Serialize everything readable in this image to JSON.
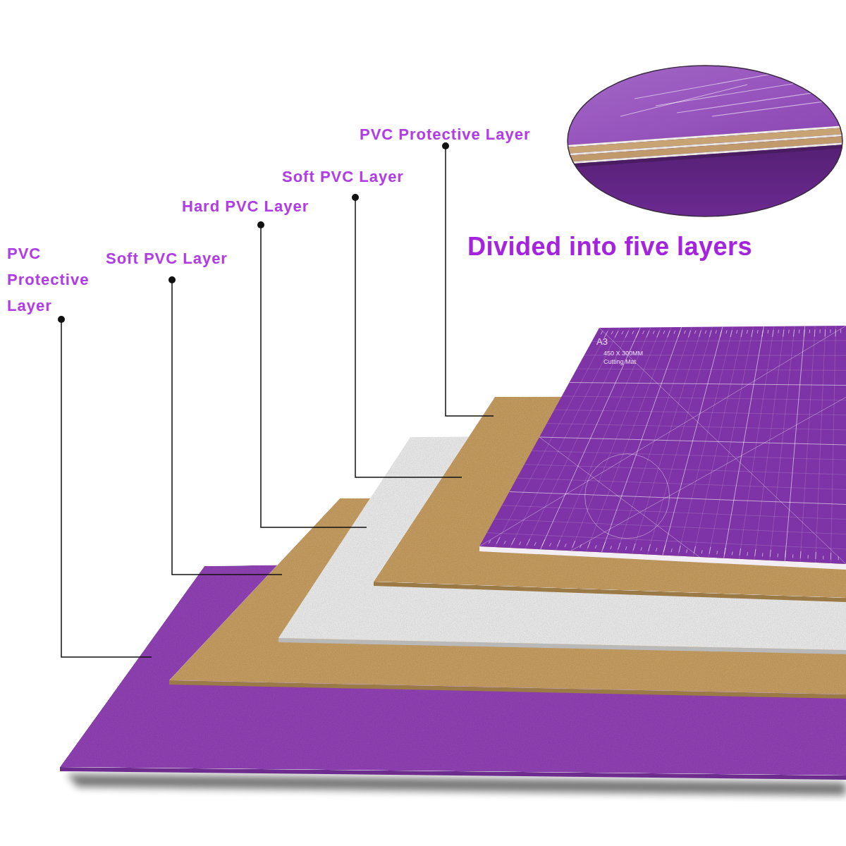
{
  "diagram": {
    "title": "Divided into five layers",
    "labels": [
      "PVC Protective Layer",
      "Soft PVC Layer",
      "Hard PVC Layer",
      "Soft PVC Layer",
      "PVC Protective Layer",
      "A3",
      "450 X 300MM",
      "Cutting Mat"
    ]
  }
}
